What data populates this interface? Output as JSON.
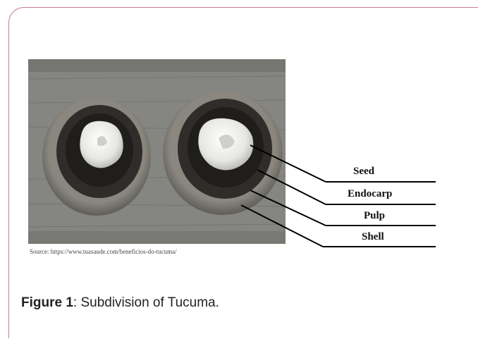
{
  "figure": {
    "labels": [
      "Seed",
      "Endocarp",
      "Pulp",
      "Shell"
    ],
    "source": "Source: https://www.tuasaude.com/beneficios-do-tucuma/",
    "caption_prefix": "Figure 1",
    "caption_text": ": Subdivision of Tucuma."
  },
  "colors": {
    "frame_border": "#c77aa0",
    "wood": "#8a8a86",
    "shell": "#7d7a72",
    "endocarp": "#2b2a27",
    "seed": "#e9e9e6"
  }
}
